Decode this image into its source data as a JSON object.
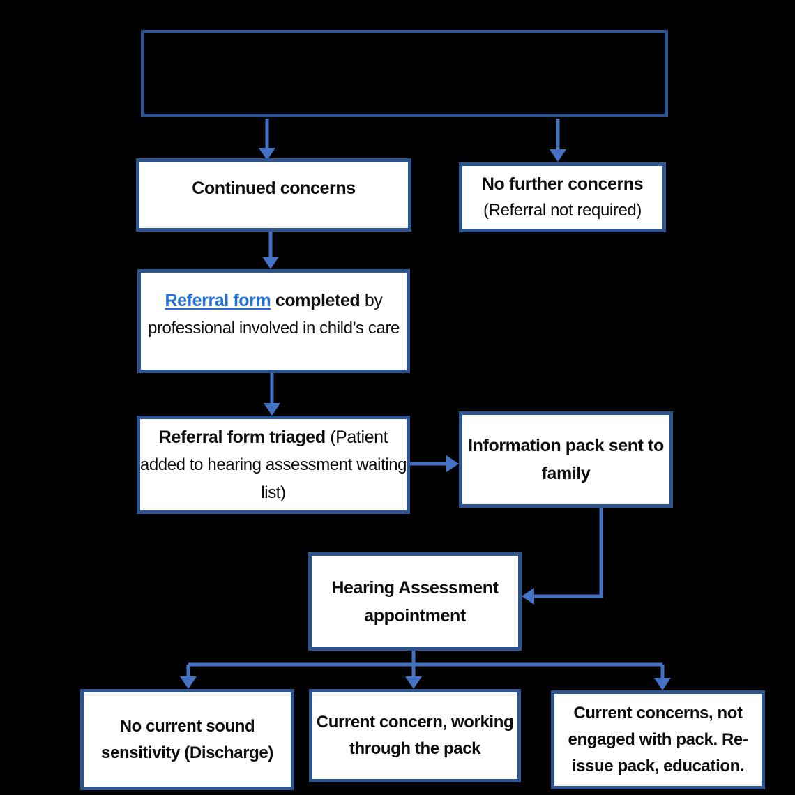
{
  "flowchart": {
    "colors": {
      "background": "#000000",
      "box_fill": "#ffffff",
      "box_border": "#2b5491",
      "arrow": "#4472c4",
      "link": "#2170d6",
      "text": "#0d0d0d"
    },
    "nodes": {
      "top": {
        "text": ""
      },
      "continued": {
        "line1": "Continued concerns"
      },
      "no_further": {
        "line1": "No further concerns",
        "line2": "(Referral not required)"
      },
      "referral_completed": {
        "link_text": "Referral form",
        "bold_text": " completed",
        "tail_text": " by",
        "line2": "professional involved in child’s care"
      },
      "triaged": {
        "bold_text": "Referral form triaged",
        "tail_text": " (Patient",
        "line2": "added to hearing assessment waiting",
        "line3": "list)"
      },
      "info_pack": {
        "line1": "Information pack sent to",
        "line2": "family"
      },
      "hearing": {
        "line1": "Hearing Assessment",
        "line2": "appointment"
      },
      "outcome_discharge": {
        "line1": "No current sound",
        "line2": "sensitivity (Discharge)"
      },
      "outcome_working": {
        "line1": "Current concern, working",
        "line2": "through the pack"
      },
      "outcome_reissue": {
        "line1": "Current concerns, not",
        "line2": "engaged with pack. Re-",
        "line3": "issue pack, education."
      }
    }
  }
}
